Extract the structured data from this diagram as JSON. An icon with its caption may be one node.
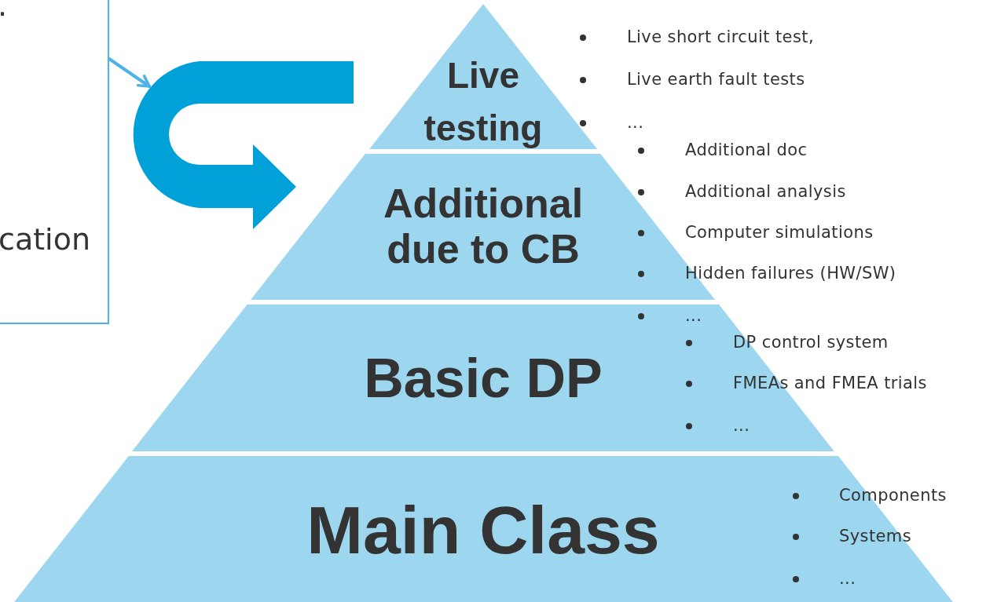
{
  "diagram": {
    "nodes": [
      {
        "text": [
          ".",
          "cation"
        ]
      },
      {
        "text": [],
        "shape": "arrow"
      },
      {
        "text": [
          "Live testing"
        ]
      },
      {
        "text": [
          "Additional due to CB"
        ]
      },
      {
        "text": [
          "Basic DP"
        ]
      },
      {
        "text": [
          "Main Class"
        ]
      }
    ],
    "edges": [
      {
        "from": 0,
        "to": 1,
        "arrow": "to"
      }
    ],
    "labels": [
      "Live short circuit test,",
      "Live earth fault tests",
      "...",
      "Additional doc",
      "Additional analysis",
      "Computer simulations",
      "Hidden failures (HW/SW)",
      "...",
      "DP control system",
      "FMEAs and FMEA trials",
      "...",
      "Components",
      "Systems",
      "..."
    ]
  }
}
